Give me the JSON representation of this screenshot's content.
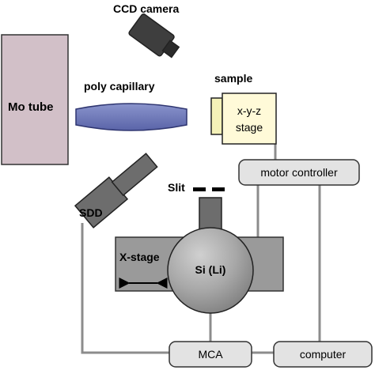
{
  "labels": {
    "ccd_camera": "CCD camera",
    "mo_tube": "Mo tube",
    "poly_capillary": "poly capillary",
    "sample": "sample",
    "stage_line1": "x-y-z",
    "stage_line2": "stage",
    "motor_controller": "motor controller",
    "slit": "Slit",
    "sdd": "SDD",
    "x_stage": "X-stage",
    "si_li": "Si (Li)",
    "mca": "MCA",
    "computer": "computer"
  },
  "colors": {
    "mo_tube_fill": "#d2c0c8",
    "capillary_fill": "#6d78b8",
    "sample_fill": "#f4f1b8",
    "stage_fill": "#fffad8",
    "controller_fill": "#e3e3e3",
    "xstage_fill": "#9a9a9a",
    "si_fill": "#a9a9a9",
    "detector_fill": "#6d6d6d",
    "camera_fill": "#3e3e3e",
    "wire": "#8c8c8c"
  }
}
